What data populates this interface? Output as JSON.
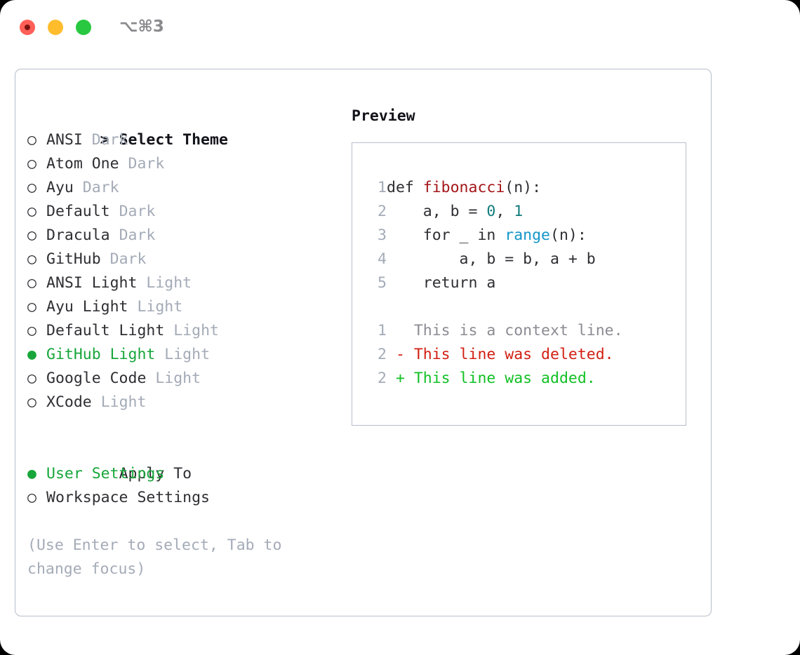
{
  "titlebar": {
    "shortcut": "⌥⌘3",
    "lights": [
      "close",
      "minimize",
      "maximize"
    ],
    "colors": {
      "close": "#FF5F57",
      "minimize": "#FFBD2E",
      "maximize": "#28C840"
    }
  },
  "theme_list": {
    "header_marker": ">",
    "header_label": "Select Theme",
    "unselected_marker": "○",
    "selected_marker": "●",
    "selected_color": "#18A63A",
    "badge_color": "#A4ABB7",
    "items": [
      {
        "marker": "○",
        "label": "ANSI",
        "badge": "Dark",
        "selected": false
      },
      {
        "marker": "○",
        "label": "Atom One",
        "badge": "Dark",
        "selected": false
      },
      {
        "marker": "○",
        "label": "Ayu",
        "badge": "Dark",
        "selected": false
      },
      {
        "marker": "○",
        "label": "Default",
        "badge": "Dark",
        "selected": false
      },
      {
        "marker": "○",
        "label": "Dracula",
        "badge": "Dark",
        "selected": false
      },
      {
        "marker": "○",
        "label": "GitHub",
        "badge": "Dark",
        "selected": false
      },
      {
        "marker": "○",
        "label": "ANSI Light",
        "badge": "Light",
        "selected": false
      },
      {
        "marker": "○",
        "label": "Ayu Light",
        "badge": "Light",
        "selected": false
      },
      {
        "marker": "○",
        "label": "Default Light",
        "badge": "Light",
        "selected": false
      },
      {
        "marker": "●",
        "label": "GitHub Light",
        "badge": "Light",
        "selected": true
      },
      {
        "marker": "○",
        "label": "Google Code",
        "badge": "Light",
        "selected": false
      },
      {
        "marker": "○",
        "label": "XCode",
        "badge": "Light",
        "selected": false
      }
    ]
  },
  "apply_to": {
    "title": "Apply To",
    "items": [
      {
        "marker": "●",
        "label": "User Settings",
        "selected": true
      },
      {
        "marker": "○",
        "label": "Workspace Settings",
        "selected": false
      }
    ]
  },
  "hint": "(Use Enter to select, Tab to change focus)",
  "preview": {
    "title": "Preview",
    "code_lines": [
      {
        "num": "1",
        "tokens": [
          {
            "t": "def ",
            "c": "plain"
          },
          {
            "t": "fibonacci",
            "c": "fn"
          },
          {
            "t": "(n):",
            "c": "plain"
          }
        ]
      },
      {
        "num": "2",
        "tokens": [
          {
            "t": "    a, b = ",
            "c": "plain"
          },
          {
            "t": "0",
            "c": "num"
          },
          {
            "t": ", ",
            "c": "plain"
          },
          {
            "t": "1",
            "c": "num"
          }
        ]
      },
      {
        "num": "3",
        "tokens": [
          {
            "t": "    for _ in ",
            "c": "plain"
          },
          {
            "t": "range",
            "c": "builtin"
          },
          {
            "t": "(n):",
            "c": "plain"
          }
        ]
      },
      {
        "num": "4",
        "tokens": [
          {
            "t": "        a, b = b, a + b",
            "c": "plain"
          }
        ]
      },
      {
        "num": "5",
        "tokens": [
          {
            "t": "    return a",
            "c": "plain"
          }
        ]
      }
    ],
    "diff_lines": [
      {
        "num": "1",
        "prefix": "  ",
        "text": "This is a context line.",
        "kind": "ctx"
      },
      {
        "num": "2",
        "prefix": "- ",
        "text": "This line was deleted.",
        "kind": "del"
      },
      {
        "num": "2",
        "prefix": "+ ",
        "text": "This line was added.",
        "kind": "add"
      }
    ],
    "diff_colors": {
      "context": "#8B8B93",
      "deleted": "#D21F12",
      "added": "#12C024"
    }
  }
}
